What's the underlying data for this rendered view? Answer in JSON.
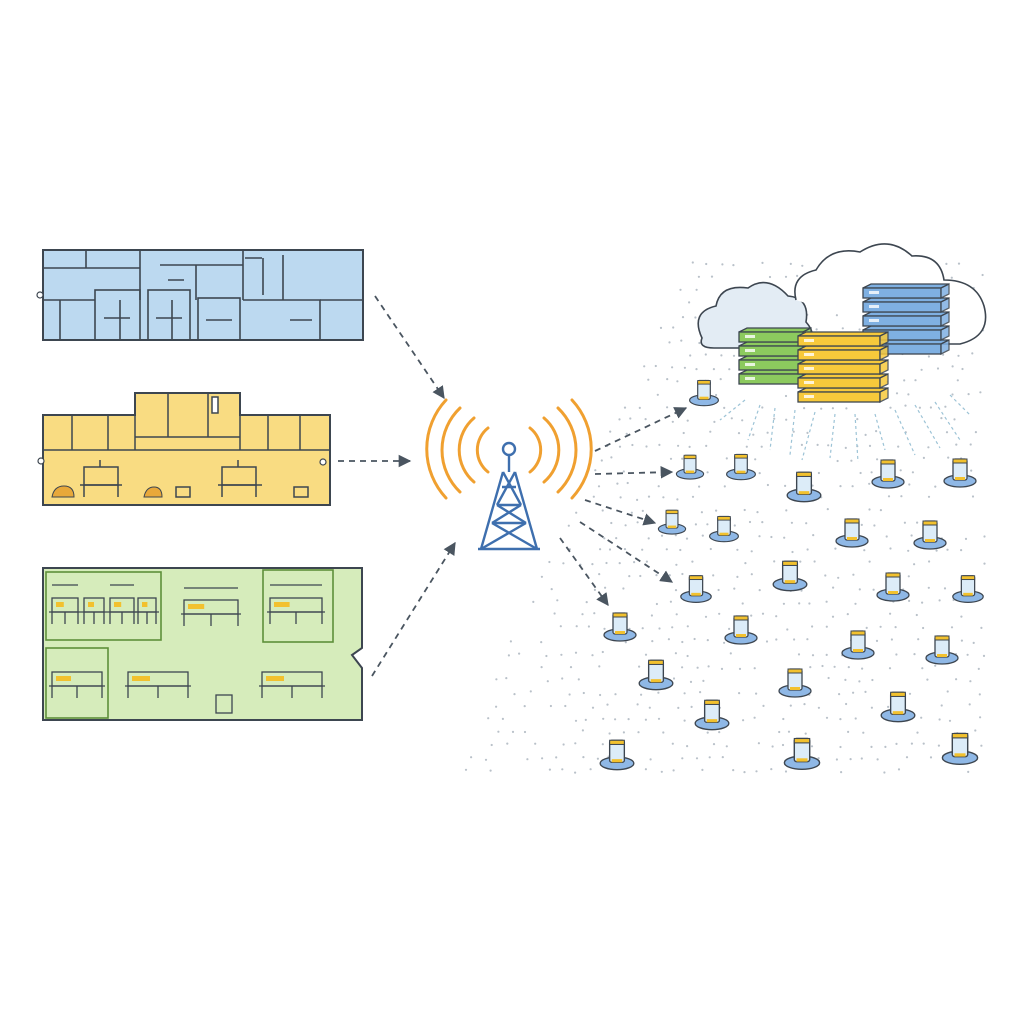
{
  "colors": {
    "background": "#ffffff",
    "outline": "#3d4650",
    "blue_fill": "#bcd9f0",
    "yellow_fill": "#f9dc82",
    "green_fill": "#d6ecbb",
    "green_frame": "#5e8f3a",
    "signal": "#f0a030",
    "tower": "#3e6fae",
    "device_base": "#8fb8e6",
    "device_glass": "#dcecf8",
    "device_accent": "#f2c12e",
    "cloud_fill": "#e3ecf4",
    "server_green": "#8cca5e",
    "server_yellow": "#f7c93b",
    "server_blue": "#7fb0e2",
    "dots": "#b9c1c9",
    "arrow": "#4a5560"
  },
  "floor_plans": [
    {
      "name": "blue-floor-plan",
      "fill": "blue_fill"
    },
    {
      "name": "yellow-floor-plan",
      "fill": "yellow_fill"
    },
    {
      "name": "green-floor-plan",
      "fill": "green_fill"
    }
  ],
  "icons": {
    "tower": "cell-tower-icon",
    "cloud": "cloud-icon",
    "server": "server-stack-icon",
    "device": "sensor-device-icon"
  }
}
